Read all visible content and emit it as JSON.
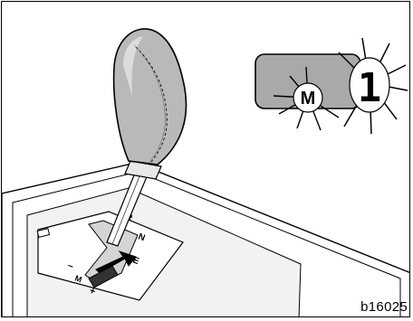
{
  "figure": {
    "caption": "b16025",
    "indicator_mode_label": "M",
    "indicator_gear_value": "1",
    "gate_labels": {
      "reverse": "R",
      "neutral": "N",
      "drive": "E",
      "minus": "–",
      "manual": "M",
      "plus": "+"
    }
  },
  "colors": {
    "knob_gray": "#b9b9b9",
    "panel_gray": "#d9d9d9",
    "indicator_gray": "#a9a9a9",
    "outline": "#000000"
  }
}
